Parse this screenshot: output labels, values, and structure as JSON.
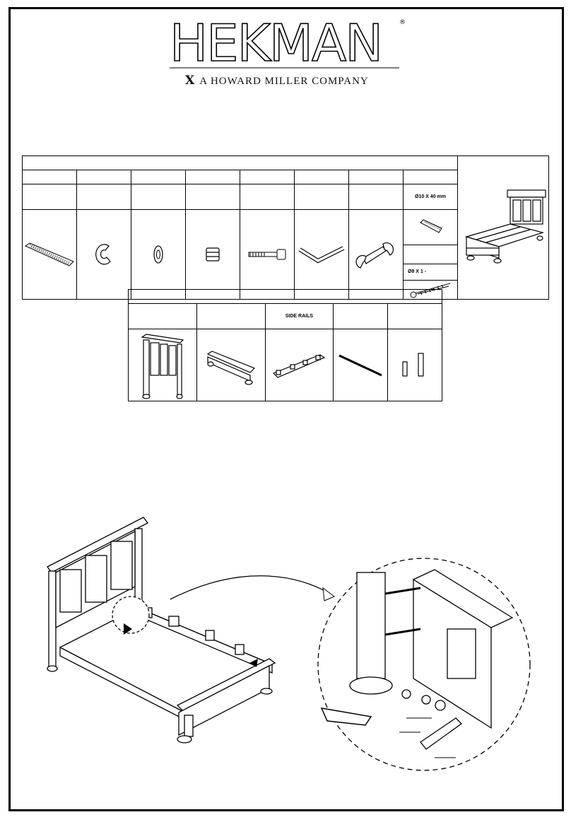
{
  "header": {
    "brand": "HEKMAN",
    "registered_mark": "®",
    "tagline_mark": "X",
    "tagline": "A HOWARD MILLER COMPANY"
  },
  "hardware_table": {
    "items": [
      {
        "icon": "bolt-rod-icon"
      },
      {
        "icon": "lock-washer-icon"
      },
      {
        "icon": "flat-washer-icon"
      },
      {
        "icon": "barrel-nut-icon"
      },
      {
        "icon": "hex-bolt-icon"
      },
      {
        "icon": "allen-key-icon"
      },
      {
        "icon": "wrench-icon"
      }
    ],
    "dowel_label": "Ø10 X 40 mm",
    "screw_label": "Ø8 X 1 -"
  },
  "parts_table": {
    "side_rails_label": "SIDE RAILS"
  },
  "colors": {
    "line": "#000000",
    "background": "#ffffff"
  }
}
